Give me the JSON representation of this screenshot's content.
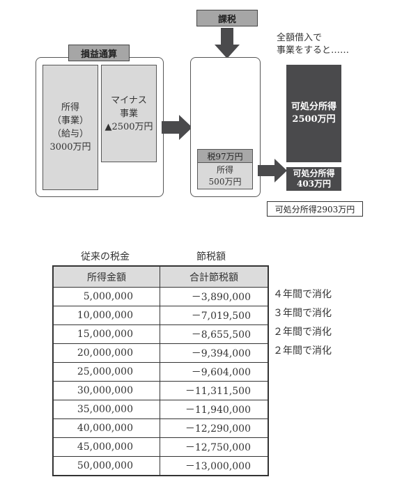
{
  "diagram": {
    "offset_section": {
      "label": "損益通算",
      "income_box": {
        "lines": [
          "所得",
          "（事業）",
          "（給与）",
          "3000万円"
        ]
      },
      "loss_box": {
        "lines": [
          "マイナス",
          "事業",
          "▲2500万円"
        ]
      }
    },
    "taxation_section": {
      "label": "課税",
      "tax_box": {
        "header": "税97万円",
        "lines": [
          "所得",
          "500万円"
        ]
      }
    },
    "result_section": {
      "note_lines": [
        "全額借入で",
        "事業をすると……"
      ],
      "disposable_large": {
        "lines": [
          "可処分所得",
          "2500万円"
        ]
      },
      "disposable_small": {
        "lines": [
          "可処分所得",
          "403万円"
        ]
      },
      "total": "可処分所得2903万円"
    },
    "colors": {
      "label_gray": "#a6a6a6",
      "box_gray": "#d9d9d9",
      "dark": "#4a4a4c",
      "arrow": "#4a4a4c"
    }
  },
  "table": {
    "captions": {
      "left": "従来の税金",
      "right": "節税額"
    },
    "headers": [
      "所得金額",
      "合計節税額"
    ],
    "rows": [
      {
        "income": "5,000,000",
        "savings": "－3,890,000",
        "note": "４年間で消化"
      },
      {
        "income": "10,000,000",
        "savings": "－7,019,500",
        "note": "３年間で消化"
      },
      {
        "income": "15,000,000",
        "savings": "－8,655,500",
        "note": "２年間で消化"
      },
      {
        "income": "20,000,000",
        "savings": "－9,394,000",
        "note": "２年間で消化"
      },
      {
        "income": "25,000,000",
        "savings": "－9,604,000",
        "note": ""
      },
      {
        "income": "30,000,000",
        "savings": "－11,311,500",
        "note": ""
      },
      {
        "income": "35,000,000",
        "savings": "－11,940,000",
        "note": ""
      },
      {
        "income": "40,000,000",
        "savings": "－12,290,000",
        "note": ""
      },
      {
        "income": "45,000,000",
        "savings": "－12,750,000",
        "note": ""
      },
      {
        "income": "50,000,000",
        "savings": "－13,000,000",
        "note": ""
      }
    ]
  }
}
